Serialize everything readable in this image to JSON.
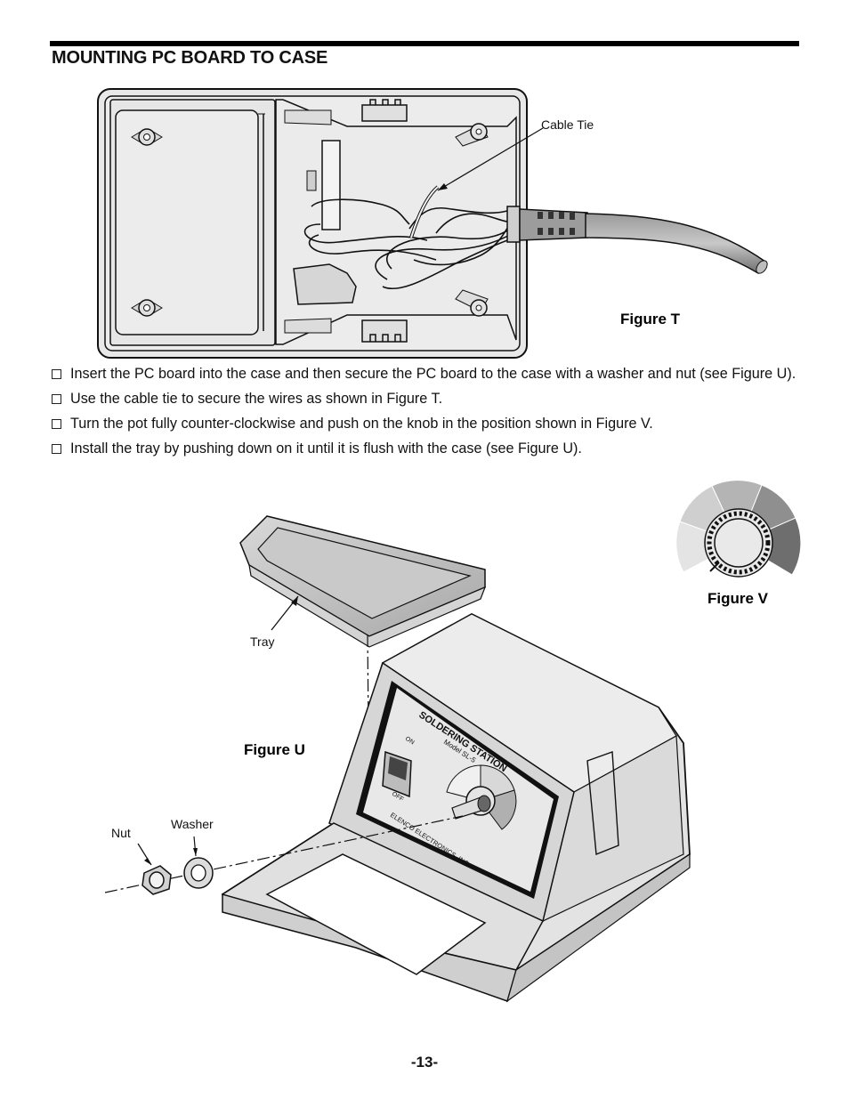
{
  "page": {
    "title": "MOUNTING PC BOARD TO CASE",
    "page_number": "-13-"
  },
  "figure_t": {
    "caption": "Figure T",
    "label_cable_tie": "Cable Tie"
  },
  "steps": [
    {
      "text": "Insert the PC board into the case and then secure the PC board to the case with a washer and nut (see Figure U)."
    },
    {
      "text": "Use the cable tie to secure the wires as shown in Figure T."
    },
    {
      "text": "Turn the pot fully counter-clockwise and push on the knob in the position shown in Figure V."
    },
    {
      "text": "Install the tray by pushing down on it until it is flush with the case (see Figure U)."
    }
  ],
  "figure_u": {
    "caption": "Figure U",
    "label_tray": "Tray",
    "label_nut": "Nut",
    "label_washer": "Washer",
    "panel_title": "SOLDERING STATION",
    "panel_model": "Model SL-5",
    "panel_on": "ON",
    "panel_off": "OFF",
    "panel_maker": "ELENCO ELECTRONICS, INC."
  },
  "figure_v": {
    "caption": "Figure V"
  }
}
